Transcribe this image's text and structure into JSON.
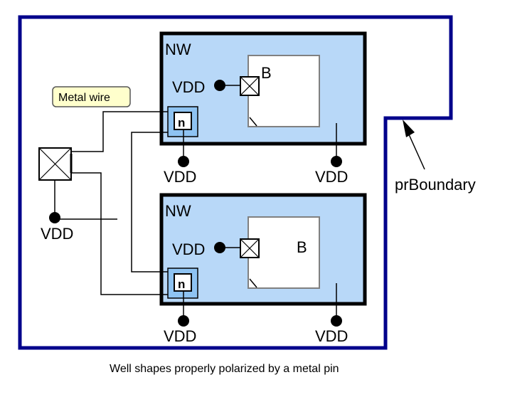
{
  "diagram": {
    "caption": "Well shapes properly polarized by a metal pin",
    "boundary": {
      "label": "prBoundary",
      "color": "#00008b"
    },
    "metal_wire_tag": {
      "label": "Metal wire",
      "fill": "#ffffcc"
    },
    "well_fill": "#b8d8f8",
    "tap_fill": "#8ec3f2",
    "wells": [
      {
        "label": "NW",
        "block_label": "B",
        "inner_vdd_label": "VDD",
        "tap_label": "n",
        "tap_vdd_label": "VDD",
        "right_vdd_label": "VDD"
      },
      {
        "label": "NW",
        "block_label": "B",
        "inner_vdd_label": "VDD",
        "tap_label": "n",
        "tap_vdd_label": "VDD",
        "right_vdd_label": "VDD"
      }
    ],
    "metal_pin": {
      "vdd_label": "VDD"
    }
  }
}
